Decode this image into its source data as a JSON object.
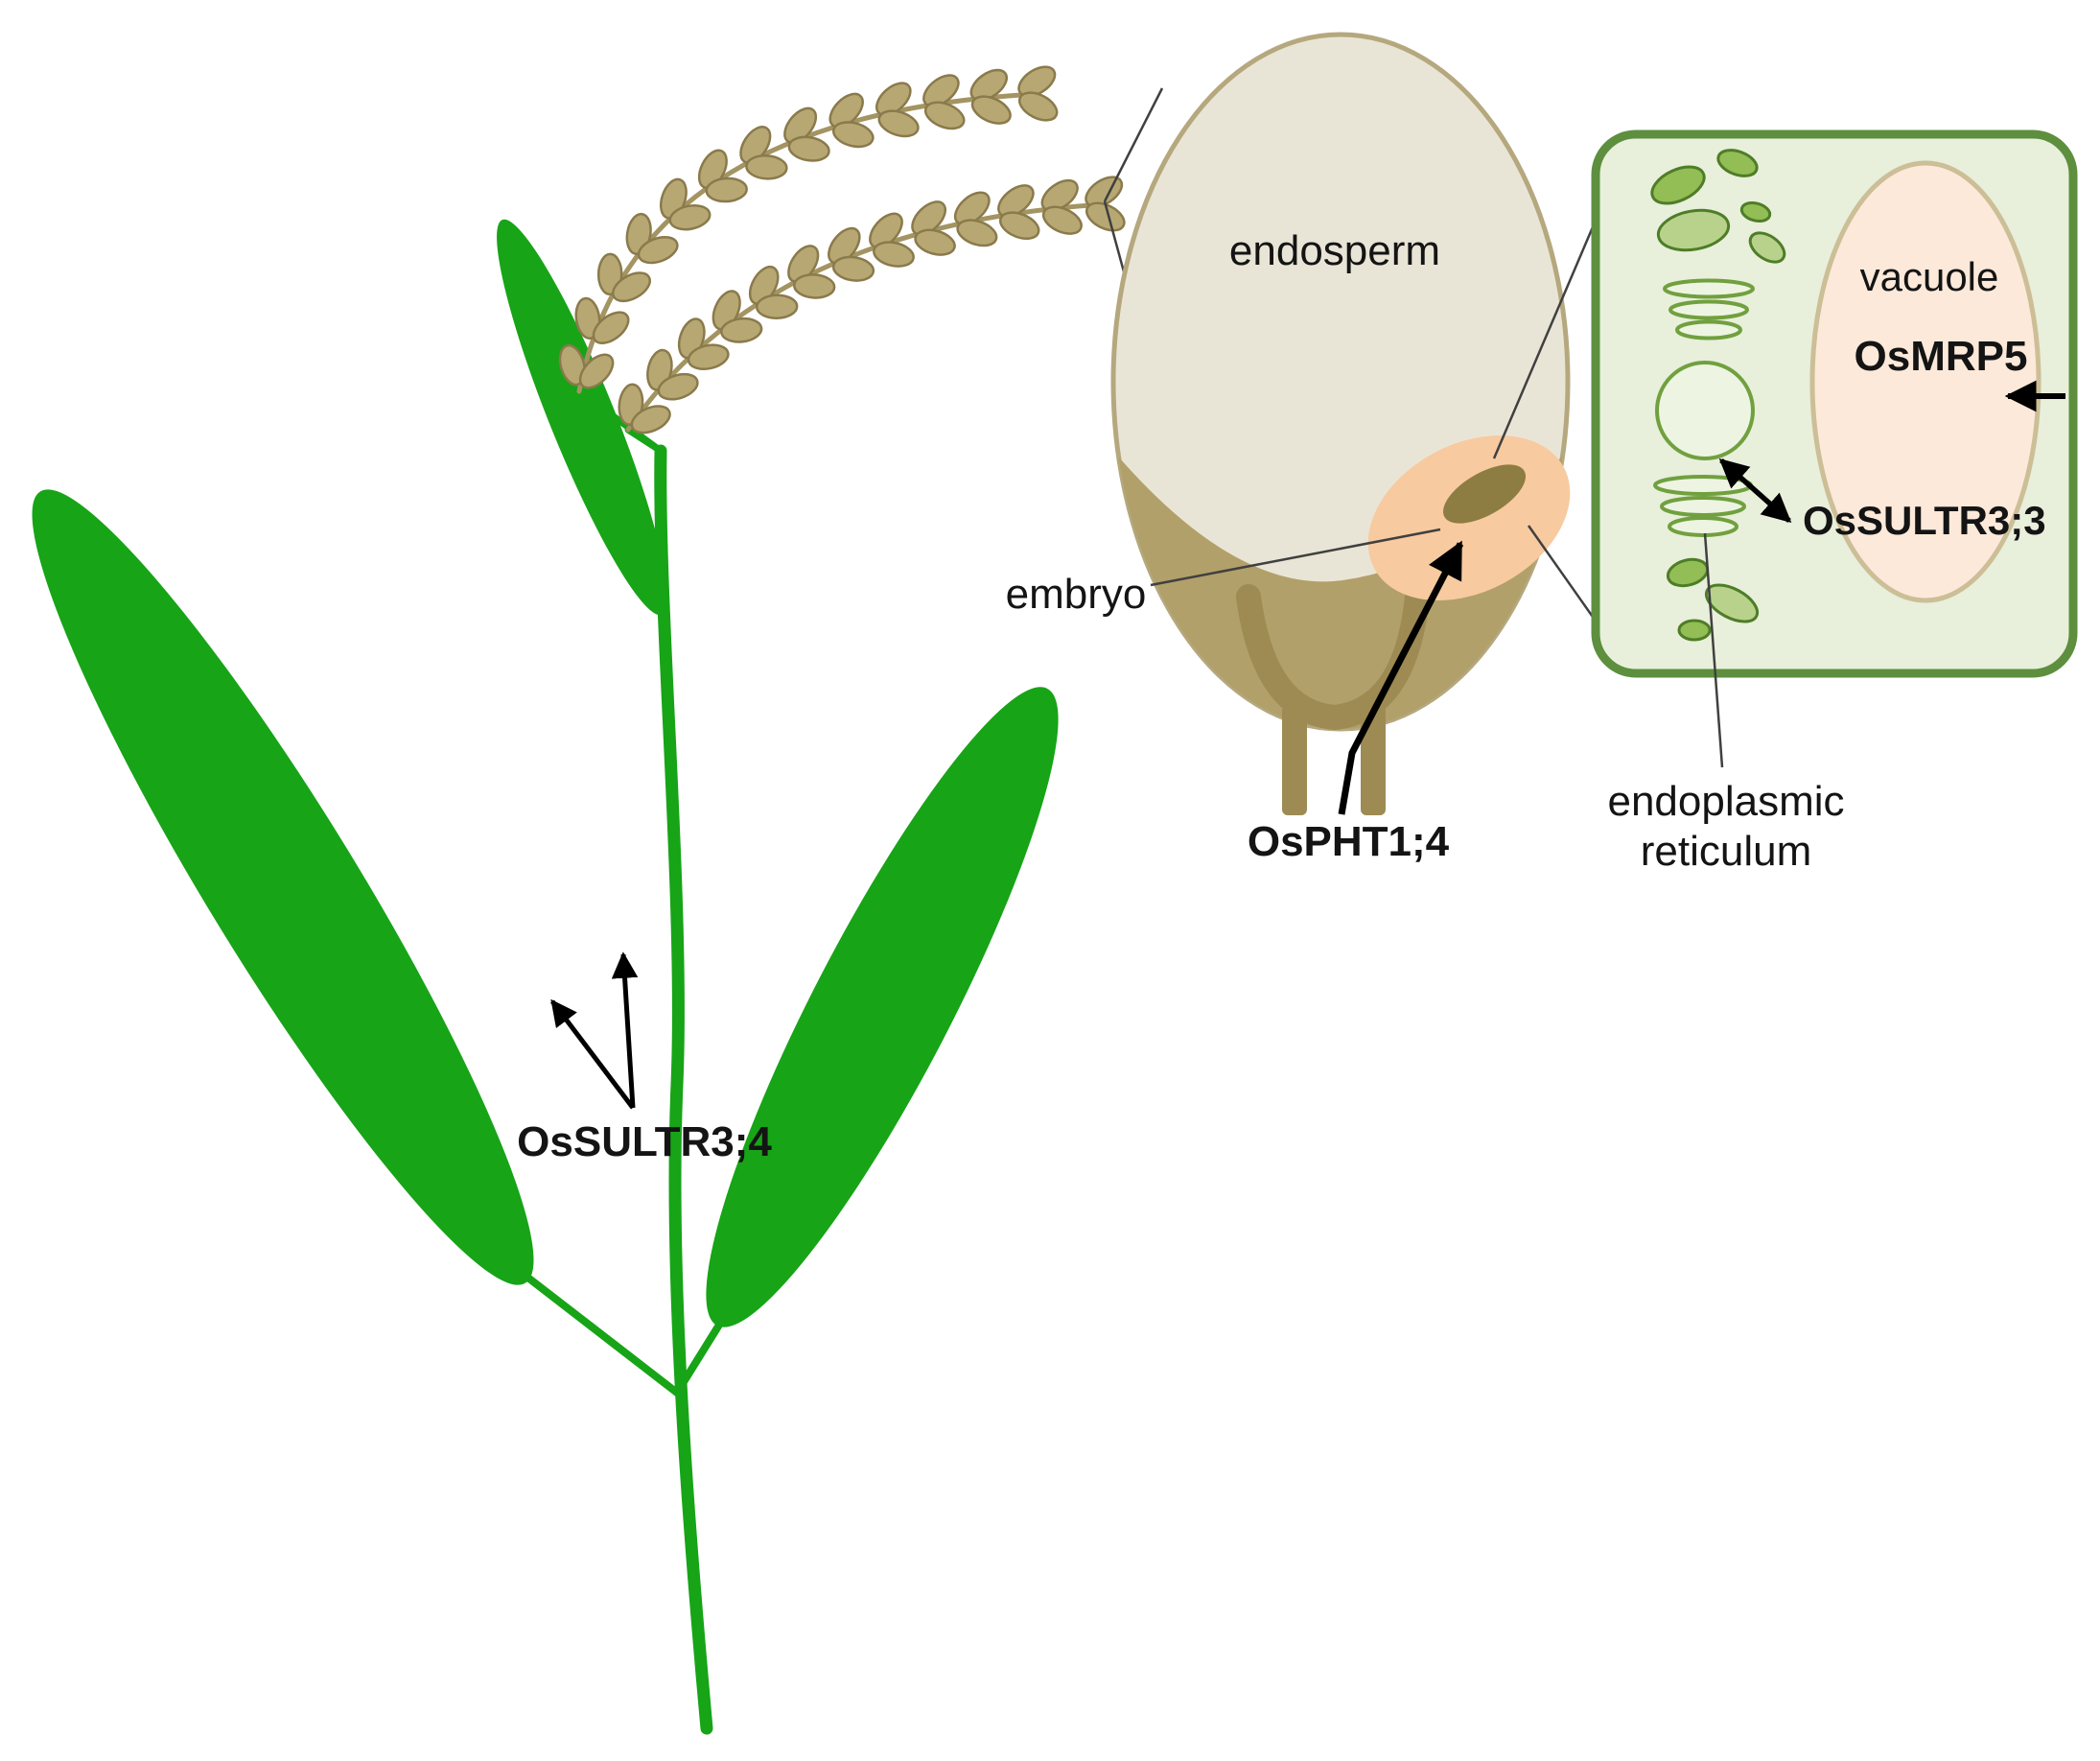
{
  "plant": {
    "transporter_label": "OsSULTR3;4"
  },
  "seed": {
    "endosperm_label": "endosperm",
    "embryo_label": "embryo",
    "transporter_label": "OsPHT1;4"
  },
  "cell": {
    "vacuole_label": "vacuole",
    "vacuole_transporter_label": "OsMRP5",
    "er_transporter_label": "OsSULTR3;3",
    "er_label_line1": "endoplasmic",
    "er_label_line2": "reticulum"
  },
  "colors": {
    "plant_green": "#17a417",
    "grain_fill": "#b7a873",
    "grain_stroke": "#8a7a4c",
    "rachis": "#a39462",
    "seed_fill": "#e9e5d6",
    "seed_stroke": "#b5a87e",
    "seed_dark": "#b2a06a",
    "seed_cup": "#9d8b53",
    "embryo_peach": "#f8caa0",
    "embryo_dark": "#8d7d42",
    "cell_fill": "#e8efdb",
    "cell_stroke": "#5d8f3e",
    "organelle_fill": "#93bd55",
    "organelle_light": "#b8d28c",
    "organelle_stroke": "#4e7d27",
    "er_stroke": "#71a03f",
    "er_fill": "#eef4e2",
    "vacuole_fill": "#fce9da",
    "vacuole_stroke": "#ccbe96",
    "line_color": "#404040",
    "text_color": "#141414"
  }
}
